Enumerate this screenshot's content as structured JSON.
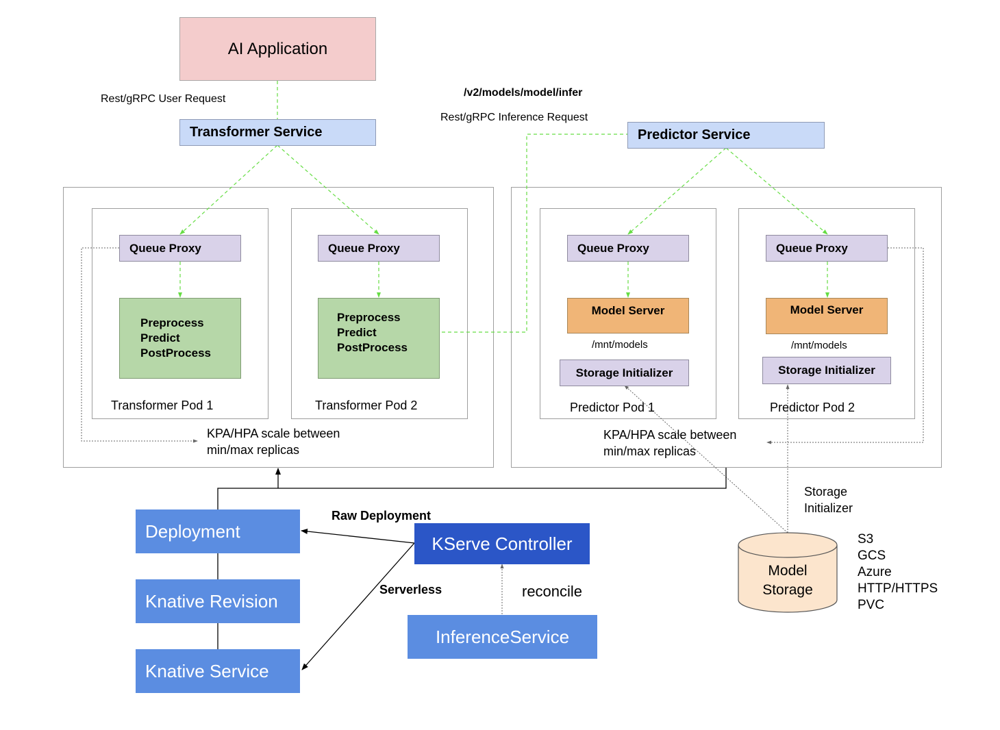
{
  "ai_application": {
    "label": "AI Application"
  },
  "user_request_label": "Rest/gRPC User Request",
  "inference_path_label": "/v2/models/model/infer",
  "inference_request_label": "Rest/gRPC Inference Request",
  "transformer_service": {
    "label": "Transformer Service"
  },
  "predictor_service": {
    "label": "Predictor Service"
  },
  "transformer_pods": [
    {
      "name": "Transformer Pod 1",
      "queue_proxy": "Queue Proxy",
      "steps": [
        "Preprocess",
        "Predict",
        "PostProcess"
      ]
    },
    {
      "name": "Transformer Pod 2",
      "queue_proxy": "Queue Proxy",
      "steps": [
        "Preprocess",
        "Predict",
        "PostProcess"
      ]
    }
  ],
  "predictor_pods": [
    {
      "name": "Predictor Pod 1",
      "queue_proxy": "Queue Proxy",
      "model_server": "Model Server",
      "mount_path": "/mnt/models",
      "storage_initializer": "Storage Initializer"
    },
    {
      "name": "Predictor Pod 2",
      "queue_proxy": "Queue Proxy",
      "model_server": "Model Server",
      "mount_path": "/mnt/models",
      "storage_initializer": "Storage Initializer"
    }
  ],
  "scaling_label": [
    "KPA/HPA scale between",
    "min/max replicas"
  ],
  "deployment": {
    "label": "Deployment"
  },
  "knative_revision": {
    "label": "Knative Revision"
  },
  "knative_service": {
    "label": "Knative Service"
  },
  "kserve_controller": {
    "label": "KServe Controller"
  },
  "inference_service": {
    "label": "InferenceService"
  },
  "raw_deployment_label": "Raw Deployment",
  "serverless_label": "Serverless",
  "reconcile_label": "reconcile",
  "storage_initializer_label": [
    "Storage",
    "Initializer"
  ],
  "model_storage": {
    "label": [
      "Model",
      "Storage"
    ]
  },
  "storage_backends": [
    "S3",
    "GCS",
    "Azure",
    "HTTP/HTTPS",
    "PVC"
  ],
  "colors": {
    "ai_app": "#f4cccc",
    "service": "#c9daf8",
    "queue_proxy": "#d9d2e9",
    "processing": "#b6d7a8",
    "model_server": "#f0b577",
    "k8s_blue": "#5b8de1",
    "controller_blue": "#2b56c7",
    "model_storage": "#fce5cd",
    "traffic_link": "#66dd44"
  }
}
